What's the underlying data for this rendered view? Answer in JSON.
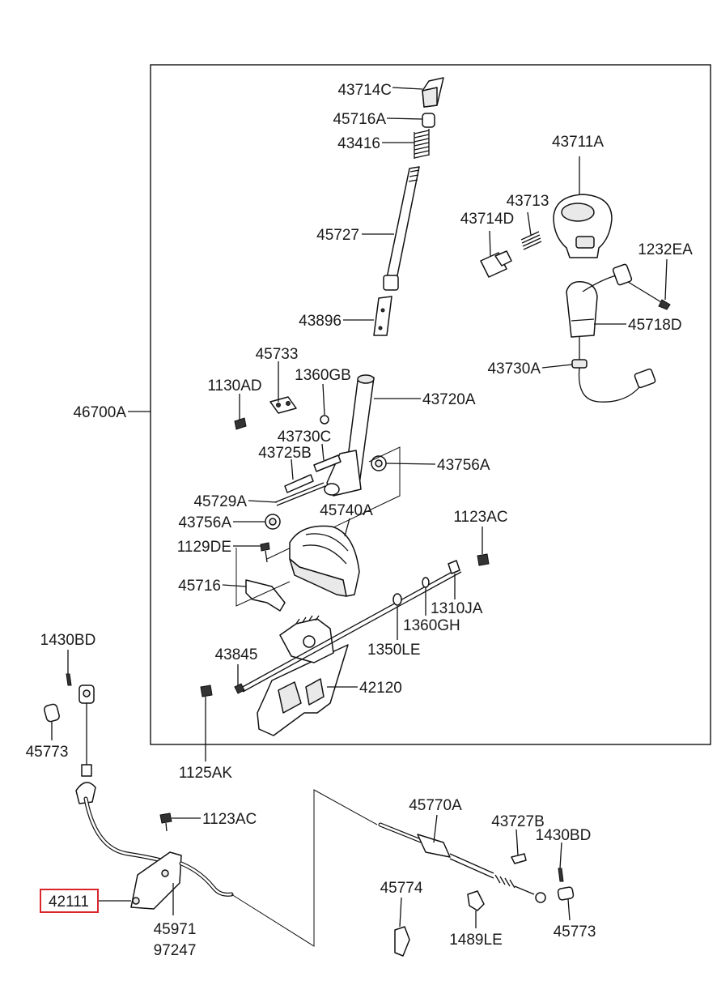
{
  "labels": {
    "p43714C": "43714C",
    "p45716A": "45716A",
    "p43416": "43416",
    "p45727": "45727",
    "p43896": "43896",
    "p43711A": "43711A",
    "p43713": "43713",
    "p43714D": "43714D",
    "p1232EA": "1232EA",
    "p45718D": "45718D",
    "p43730A": "43730A",
    "p46700A": "46700A",
    "p45733": "45733",
    "p1130AD": "1130AD",
    "p1360GB": "1360GB",
    "p43720A": "43720A",
    "p43730C": "43730C",
    "p43725B": "43725B",
    "p43756A_r": "43756A",
    "p45729A": "45729A",
    "p45740A": "45740A",
    "p43756A_l": "43756A",
    "p1123AC_top": "1123AC",
    "p1129DE": "1129DE",
    "p45716": "45716",
    "p1310JA": "1310JA",
    "p1360GH": "1360GH",
    "p1350LE": "1350LE",
    "p43845": "43845",
    "p42120": "42120",
    "p1430BD_l": "1430BD",
    "p45773_l": "45773",
    "p1125AK": "1125AK",
    "p1123AC_bot": "1123AC",
    "p45770A": "45770A",
    "p43727B": "43727B",
    "p1430BD_r": "1430BD",
    "p45774": "45774",
    "p42111": "42111",
    "p45971": "45971",
    "p97247": "97247",
    "p1489LE": "1489LE",
    "p45773_r": "45773"
  },
  "highlight": {
    "part": "42111",
    "color": "#d8262b"
  }
}
